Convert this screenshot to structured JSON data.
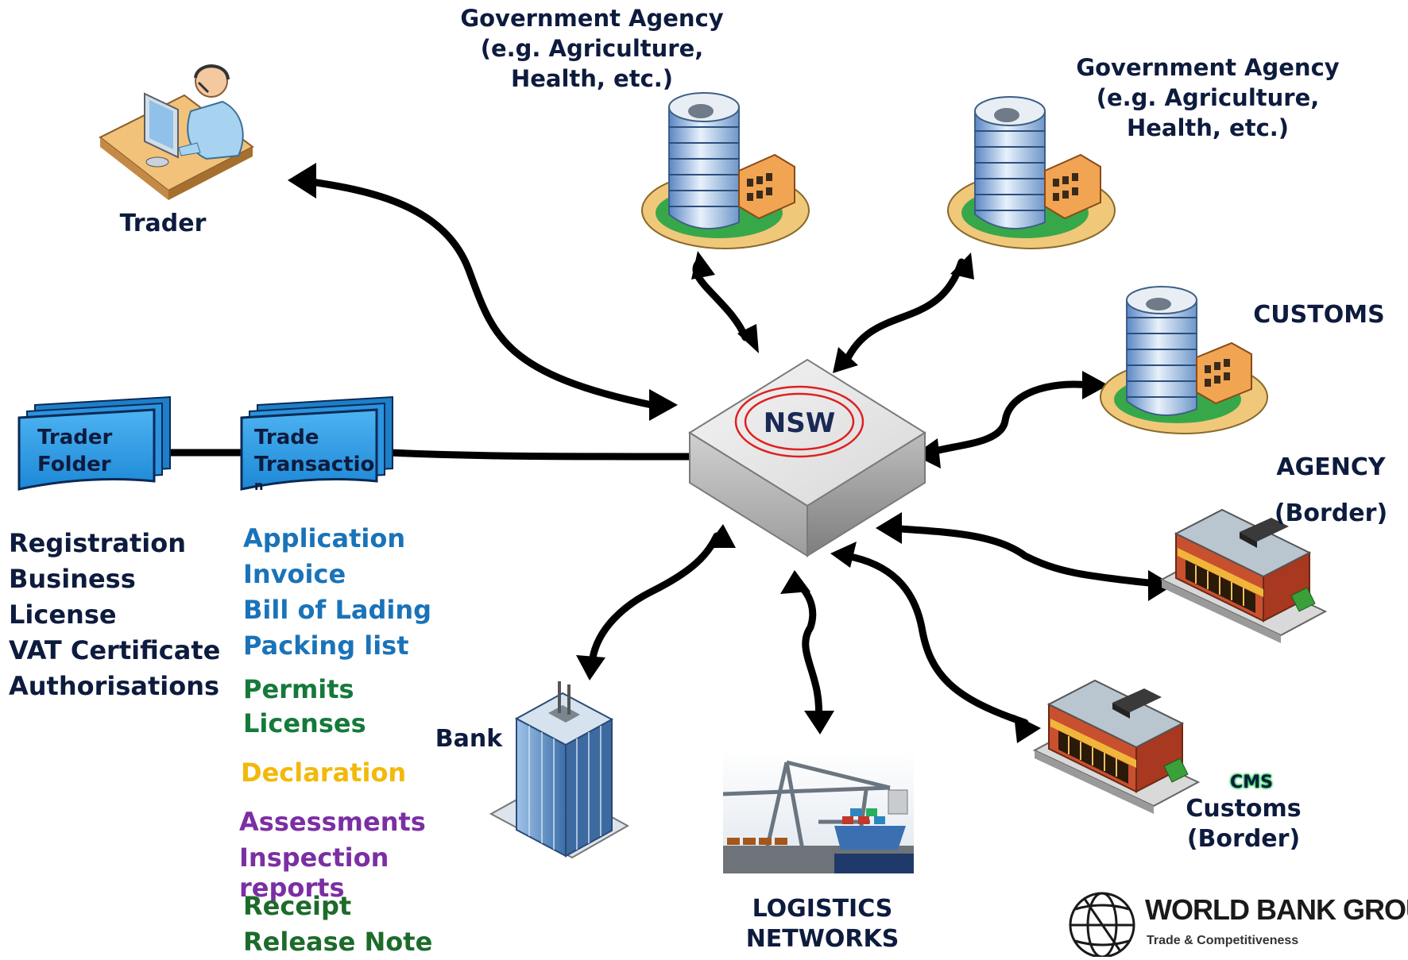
{
  "nodes": {
    "trader": {
      "label": "Trader"
    },
    "gov_agency_1": {
      "label_lines": [
        "Government Agency",
        "(e.g. Agriculture,",
        "Health, etc.)"
      ]
    },
    "gov_agency_2": {
      "label_lines": [
        "Government Agency",
        "(e.g. Agriculture,",
        "Health, etc.)"
      ]
    },
    "customs": {
      "label": "CUSTOMS"
    },
    "agency_border": {
      "label_lines": [
        "AGENCY",
        "(Border)"
      ]
    },
    "cms": {
      "badge": "CMS",
      "label_lines": [
        "Customs",
        "(Border)"
      ]
    },
    "logistics": {
      "label_lines": [
        "LOGISTICS",
        "NETWORKS"
      ]
    },
    "bank": {
      "label": "Bank"
    },
    "nsw": {
      "label": "NSW"
    }
  },
  "folders": {
    "trader_folder": {
      "label_lines": [
        "Trader",
        "Folder"
      ]
    },
    "trade_transaction": {
      "label_lines": [
        "Trade",
        "Transactio",
        "n"
      ]
    }
  },
  "trader_documents": [
    "Registration",
    "Business",
    "License",
    "VAT Certificate",
    "Authorisations"
  ],
  "transaction_documents": {
    "group1": [
      "Application",
      "Invoice",
      "Bill of Lading",
      "Packing list"
    ],
    "group2": [
      "Permits",
      "Licenses"
    ],
    "group3": [
      "Declaration"
    ],
    "group4": [
      "Assessments",
      "Inspection",
      "reports"
    ],
    "group5": [
      "Receipt",
      "Release Note"
    ]
  },
  "branding": {
    "title": "WORLD BANK GROUP",
    "subtitle": "Trade & Competitiveness"
  },
  "colors": {
    "navy_text": "#0d1b3e",
    "blue_text": "#1a73b8",
    "green_text": "#15793a",
    "gold_text": "#f2b90c",
    "purple_text": "#7b2fa3",
    "folder_blue": "#2c9be8",
    "nsw_ring_red": "#e02020",
    "cms_badge_green": "#1fc84a"
  }
}
